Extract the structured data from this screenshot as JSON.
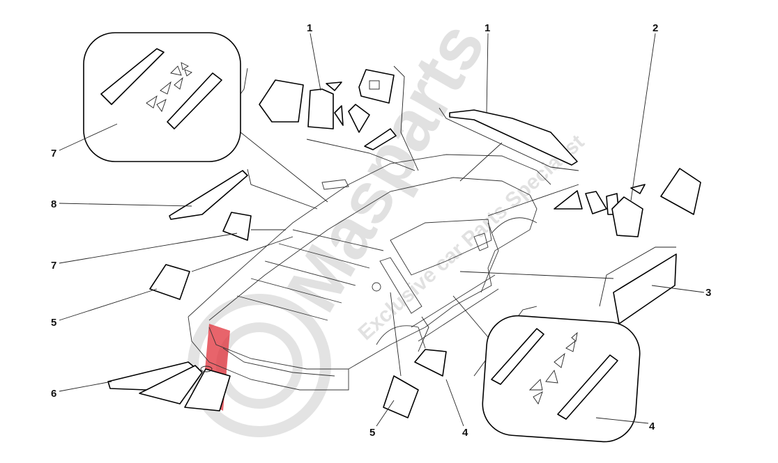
{
  "watermark": {
    "brand": "Masparts",
    "tagline": "Exclusive car Parts Specialist",
    "logo_color": "#e0303a"
  },
  "callouts": [
    {
      "id": "c1a",
      "label": "1"
    },
    {
      "id": "c1b",
      "label": "1"
    },
    {
      "id": "c2",
      "label": "2"
    },
    {
      "id": "c3",
      "label": "3"
    },
    {
      "id": "c4a",
      "label": "4"
    },
    {
      "id": "c4b",
      "label": "4"
    },
    {
      "id": "c5a",
      "label": "5"
    },
    {
      "id": "c5b",
      "label": "5"
    },
    {
      "id": "c6",
      "label": "6"
    },
    {
      "id": "c7a",
      "label": "7"
    },
    {
      "id": "c7b",
      "label": "7"
    },
    {
      "id": "c8",
      "label": "8"
    }
  ]
}
